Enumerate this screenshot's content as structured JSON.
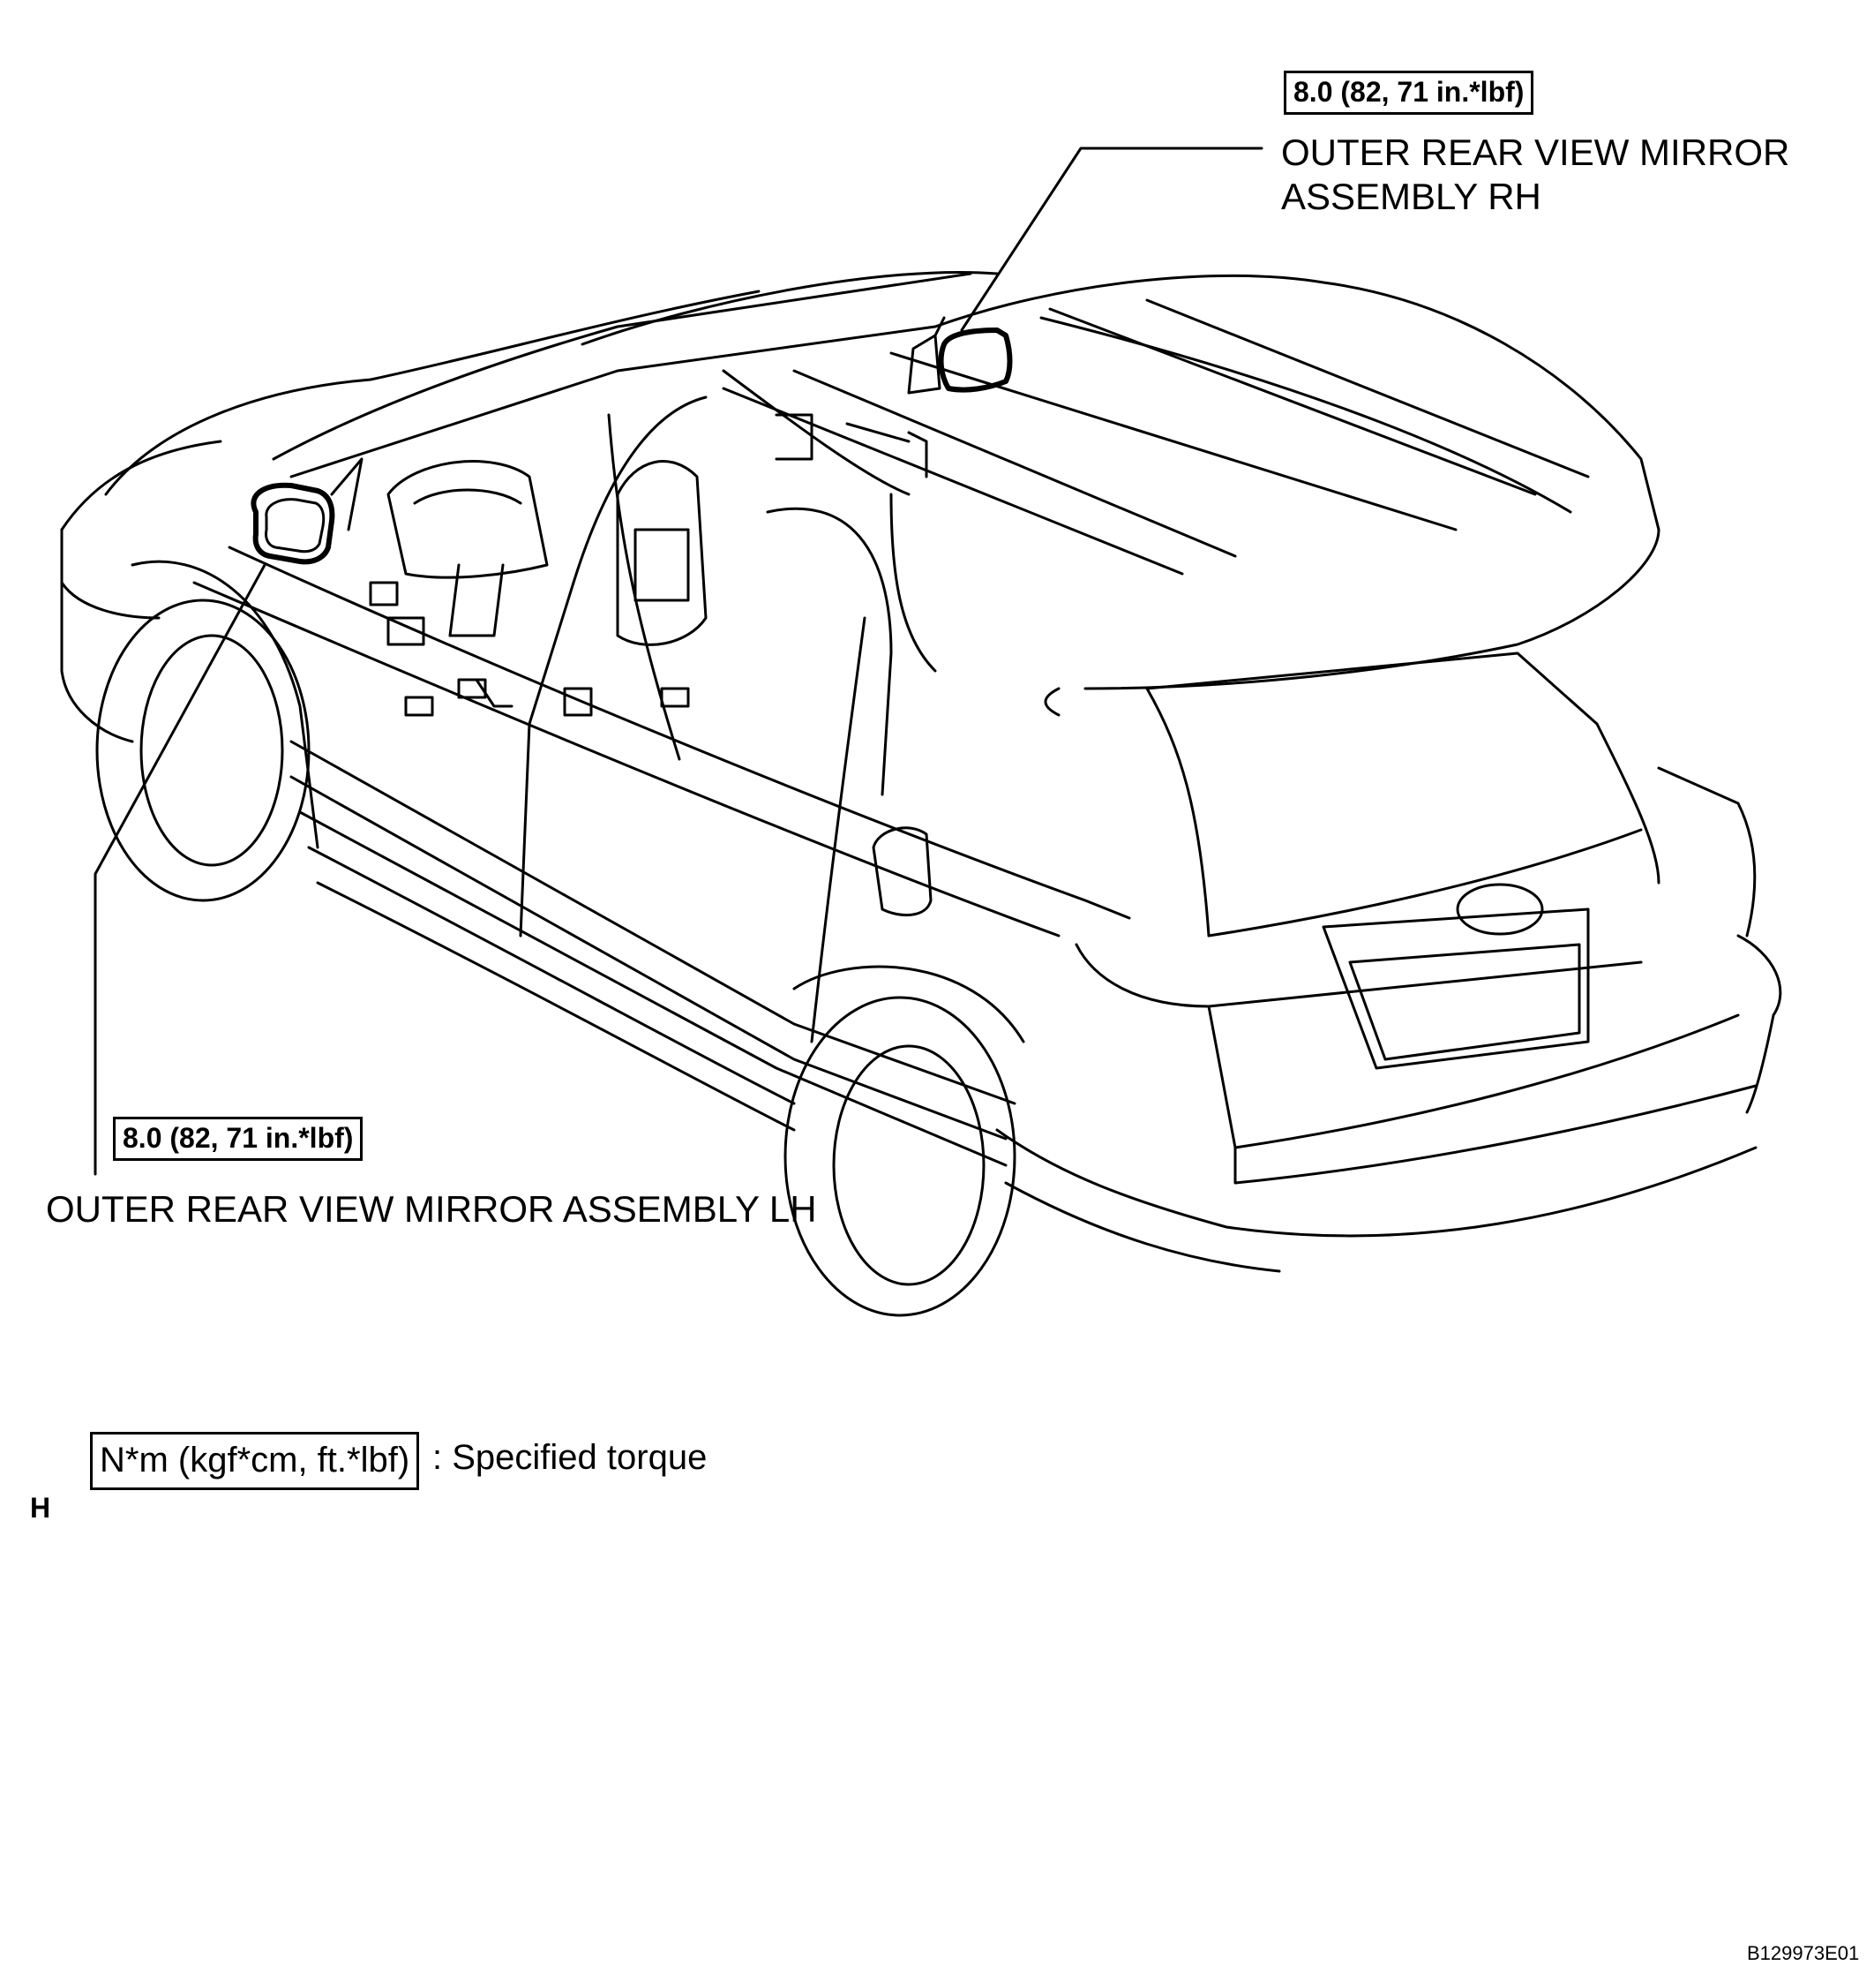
{
  "callouts": {
    "rh": {
      "torque": "8.0 (82, 71 in.*lbf)",
      "name_line1": "OUTER REAR VIEW MIRROR",
      "name_line2": "ASSEMBLY RH"
    },
    "lh": {
      "torque": "8.0 (82, 71 in.*lbf)",
      "name": "OUTER REAR VIEW MIRROR ASSEMBLY LH"
    }
  },
  "legend": {
    "unit_box": "N*m (kgf*cm, ft.*lbf)",
    "description": ": Specified torque"
  },
  "corner_letter": "H",
  "figure_code": "B129973E01"
}
